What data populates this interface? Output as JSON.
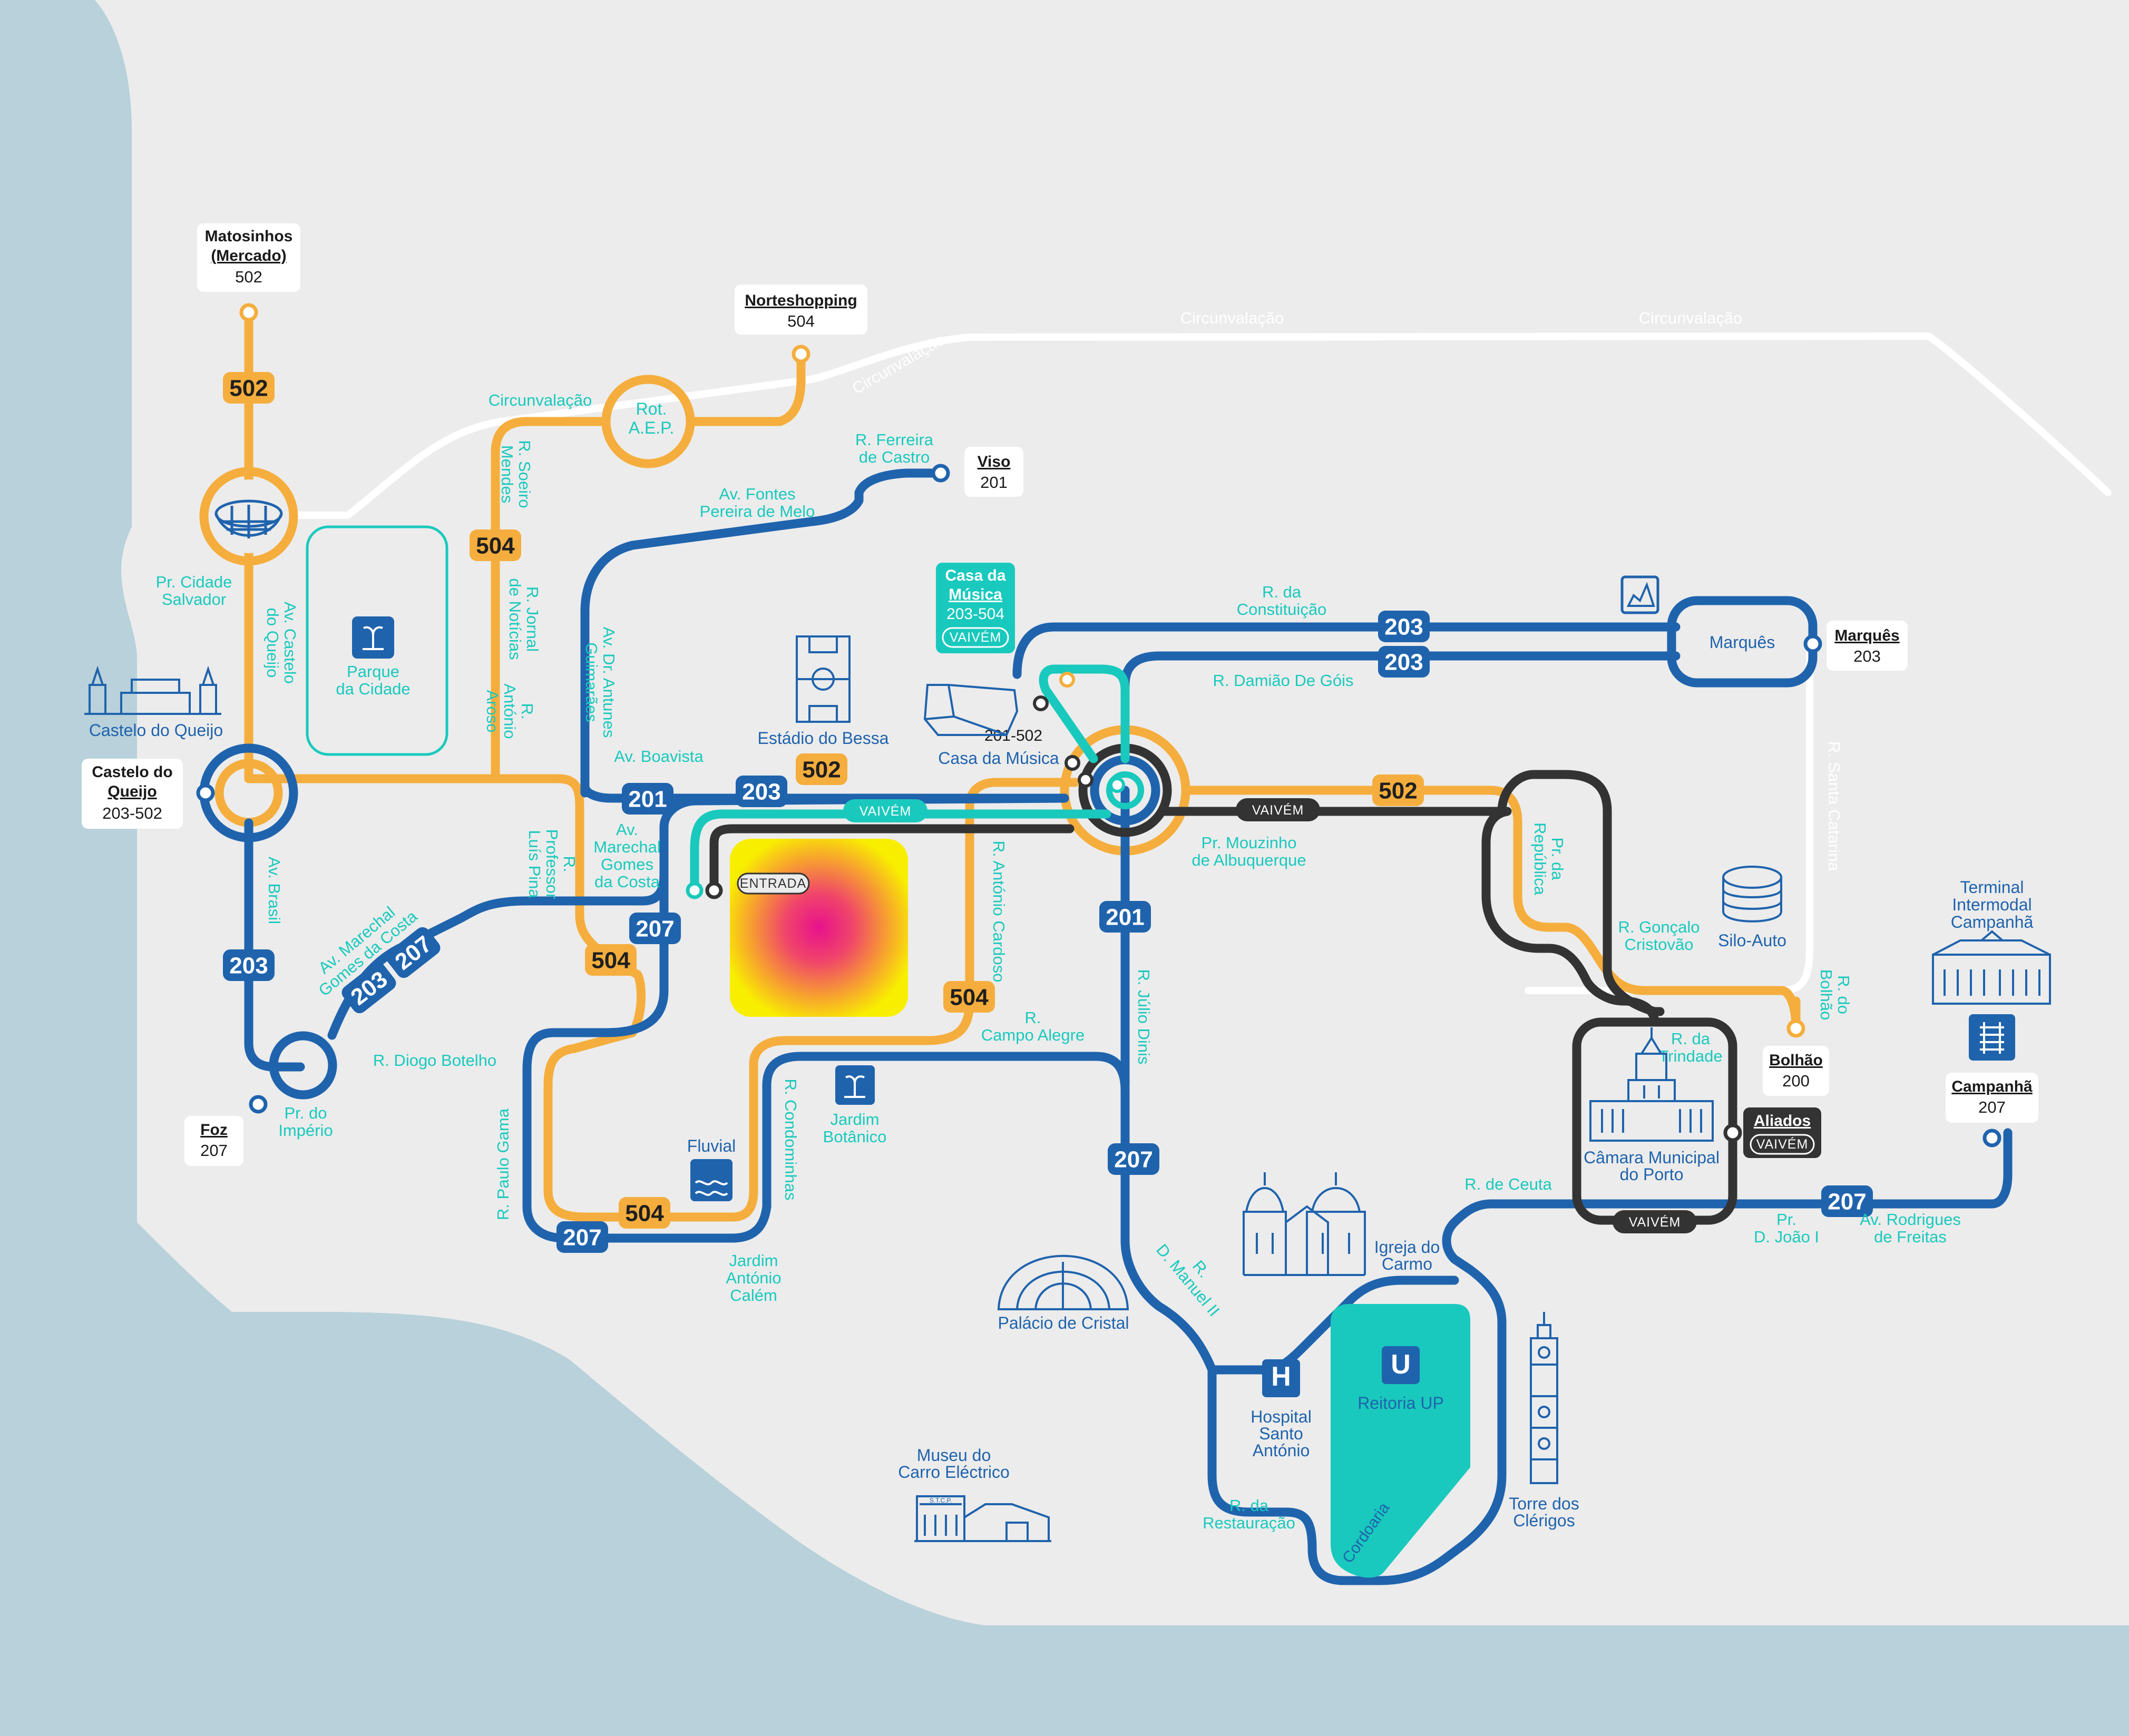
{
  "colors": {
    "sea": "#b8d1da",
    "land": "#ececec",
    "orange": "#f5ae3d",
    "blue": "#1f63ad",
    "teal": "#19c9bd",
    "dark": "#333333",
    "white_road": "#ffffff"
  },
  "routes": [
    "201",
    "203",
    "207",
    "502",
    "504",
    "VAIVÉM"
  ],
  "terminals": {
    "matosinhos": {
      "name1": "Matosinhos",
      "name2": "(Mercado)",
      "route": "502"
    },
    "norteshopping": {
      "name": "Norteshopping",
      "route": "504"
    },
    "viso": {
      "name": "Viso",
      "route": "201"
    },
    "marques": {
      "name": "Marquês",
      "route": "203"
    },
    "castelo": {
      "name1": "Castelo do",
      "name2": "Queijo",
      "route": "203-502"
    },
    "foz": {
      "name": "Foz",
      "route": "207"
    },
    "bolhao": {
      "name": "Bolhão",
      "route": "200"
    },
    "campanha": {
      "name": "Campanhã",
      "route": "207"
    },
    "aliados": {
      "name": "Aliados",
      "route": "VAIVÉM"
    },
    "casa_musica": {
      "name1": "Casa da",
      "name2": "Música",
      "route": "203-504",
      "pill": "VAIVÉM"
    }
  },
  "hubs": {
    "rot_aep": {
      "line1": "Rot.",
      "line2": "A.E.P."
    },
    "marques": "Marquês"
  },
  "streets": {
    "circ1": "Circunvalação",
    "circ2": "Circunvalação",
    "circ3": "Circunvalação",
    "circ4": "Circunvalação",
    "santa_catarina": "R. Santa Catarina"
  },
  "badges": {
    "b502a": "502",
    "b504a": "504",
    "b203a": "203",
    "b201": "201",
    "b203b": "203",
    "b502b": "502",
    "b203c": "203",
    "b207a": "207",
    "b504b": "504",
    "b504c": "504",
    "b504d": "504",
    "b207b": "207",
    "b201b": "201",
    "b207c": "207",
    "b203d": "203",
    "b203e": "203",
    "b502c": "502",
    "b207d": "207"
  },
  "pills": {
    "p1": "VAIVÉM",
    "p2": "VAIVÉM",
    "p3": "VAIVÉM",
    "entrada": "ENTRADA"
  },
  "labels": {
    "pr_cidade_salvador": [
      "Pr. Cidade",
      "Salvador"
    ],
    "av_castelo_queijo": [
      "Av. Castelo",
      "do Queijo"
    ],
    "circunvalacao": "Circunvalação",
    "r_soeiro_mendes": [
      "R. Soeiro",
      "Mendes"
    ],
    "r_jornal_noticias": [
      "R. Jornal",
      "de Notícias"
    ],
    "r_antonio_aroso": [
      "R.",
      "António",
      "Aroso"
    ],
    "r_ferreira_castro": [
      "R. Ferreira",
      "de Castro"
    ],
    "av_fontes": [
      "Av. Fontes",
      "Pereira de Melo"
    ],
    "av_dr_antunes": [
      "Av. Dr. Antunes",
      "Guimarães"
    ],
    "av_boavista": "Av. Boavista",
    "r_constituicao": [
      "R. da",
      "Constituição"
    ],
    "r_damiao": "R. Damião De Góis",
    "r_prof_luis_pina": [
      "R.",
      "Professor",
      "Luís Pina"
    ],
    "av_marechal_costa": [
      "Av.",
      "Marechal",
      "Gomes",
      "da Costa"
    ],
    "r_antonio_cardoso": "R. António Cardoso",
    "pr_mouzinho": [
      "Pr. Mouzinho",
      "de Albuquerque"
    ],
    "pr_republica": [
      "Pr. da",
      "República"
    ],
    "r_goncalo": [
      "R. Gonçalo",
      "Cristovão"
    ],
    "r_bolhao": [
      "R. do",
      "Bolhão"
    ],
    "av_brasil": "Av. Brasil",
    "av_marechal_diag": [
      "Av. Marechal",
      "Gomes da Costa"
    ],
    "r_diogo_botelho": "R. Diogo Botelho",
    "pr_imperio": [
      "Pr. do",
      "Império"
    ],
    "r_campo_alegre": [
      "R.",
      "Campo Alegre"
    ],
    "r_julio_dinis": "R. Júlio Dinis",
    "r_trindade": [
      "R. da",
      "Trindade"
    ],
    "r_paulo_gama": "R. Paulo Gama",
    "r_condominhas": "R. Condominhas",
    "jardim_calem": [
      "Jardim",
      "António",
      "Calém"
    ],
    "r_ceuta": "R. de Ceuta",
    "pr_d_joao": [
      "Pr.",
      "D. João I"
    ],
    "av_rodrigues_freitas": [
      "Av. Rodrigues",
      "de Freitas"
    ],
    "r_d_manuel": [
      "R.",
      "D. Manuel II"
    ],
    "r_restauracao": [
      "R. da",
      "Restauração"
    ],
    "cordoaria": "Cordoaria",
    "r_201_502": "201-502"
  },
  "landmarks": {
    "castelo_queijo": "Castelo do Queijo",
    "parque": [
      "Parque",
      "da Cidade"
    ],
    "estadio": "Estádio do Bessa",
    "casa_musica": "Casa da Música",
    "silo": "Silo-Auto",
    "campanha_terminal": [
      "Terminal",
      "Intermodal",
      "Campanhã"
    ],
    "jardim_botanico": [
      "Jardim",
      "Botânico"
    ],
    "fluvial": "Fluvial",
    "camara": [
      "Câmara Municipal",
      "do Porto"
    ],
    "igreja": [
      "Igreja do",
      "Carmo"
    ],
    "palacio": "Palácio de Cristal",
    "hospital": [
      "Hospital",
      "Santo",
      "António"
    ],
    "reitoria": "Reitoria UP",
    "museu": [
      "Museu do",
      "Carro Eléctrico"
    ],
    "torre": [
      "Torre dos",
      "Clérigos"
    ],
    "stcp": "S.T.C.P.",
    "u_letter": "U",
    "h_letter": "H"
  }
}
